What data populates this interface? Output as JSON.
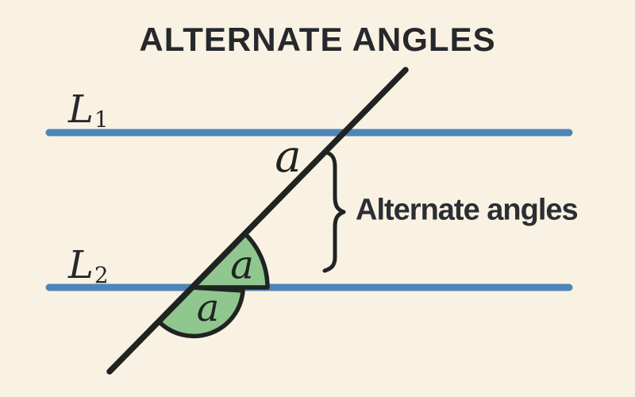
{
  "title": "ALTERNATE ANGLES",
  "parallel_lines": {
    "l1": {
      "base": "L",
      "sub": "1"
    },
    "l2": {
      "base": "L",
      "sub": "2"
    }
  },
  "angle_labels": {
    "at_transversal": "a",
    "above_l2": "a",
    "below_l2": "a"
  },
  "annotation": {
    "label": "Alternate angles"
  },
  "colors": {
    "background": "#f9f2e2",
    "line_blue": "#4d85b8",
    "angle_green": "#8fc78e",
    "outline_dark": "#1f2422",
    "text_dark": "#26282c"
  }
}
